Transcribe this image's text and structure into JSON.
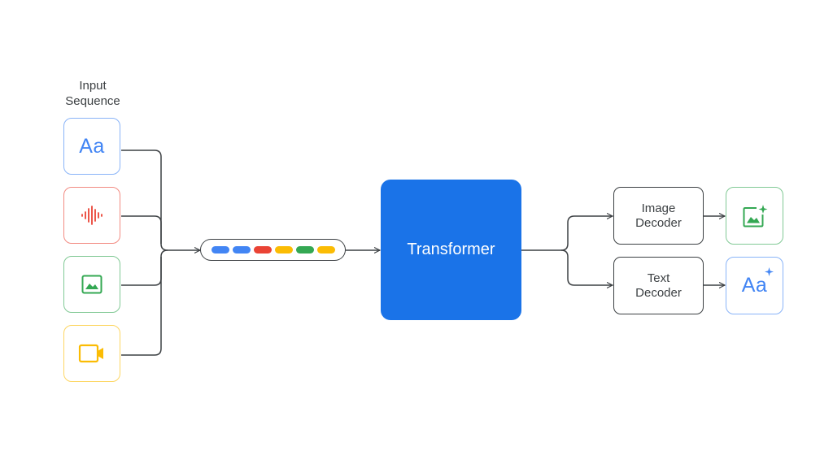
{
  "input": {
    "title_line1": "Input",
    "title_line2": "Sequence",
    "modalities": [
      {
        "name": "text",
        "glyph": "Aa",
        "color": "#4285f4",
        "icon": "text-aa-icon"
      },
      {
        "name": "audio",
        "color": "#ea4335",
        "icon": "waveform-icon"
      },
      {
        "name": "image",
        "color": "#34a853",
        "icon": "image-icon"
      },
      {
        "name": "video",
        "color": "#fbbc04",
        "icon": "video-camera-icon"
      }
    ]
  },
  "tokens": {
    "colors": [
      "#4285f4",
      "#4285f4",
      "#ea4335",
      "#fbbc04",
      "#34a853",
      "#fbbc04"
    ]
  },
  "transformer": {
    "label": "Transformer",
    "color": "#1a73e8"
  },
  "decoders": {
    "image": {
      "line1": "Image",
      "line2": "Decoder"
    },
    "text": {
      "line1": "Text",
      "line2": "Decoder"
    }
  },
  "outputs": {
    "image": {
      "icon": "image-sparkle-icon",
      "color": "#34a853"
    },
    "text": {
      "glyph": "Aa",
      "icon": "text-sparkle-icon",
      "color": "#4285f4"
    }
  }
}
